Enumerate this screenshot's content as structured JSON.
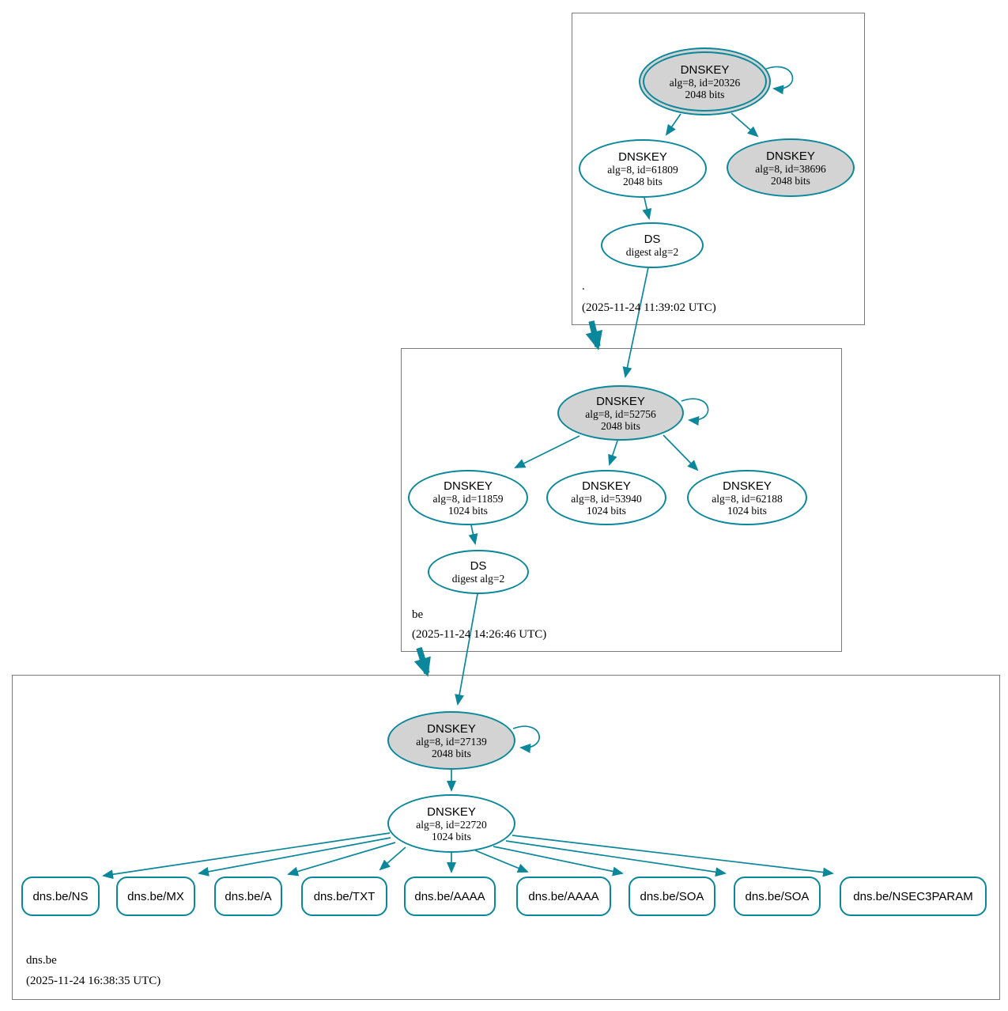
{
  "palette": {
    "accent": "#0a879a",
    "node_fill_gray": "#d3d3d3",
    "node_fill_white": "#ffffff",
    "zone_border": "#7a7a7a"
  },
  "zones": {
    "root": {
      "label": ".",
      "timestamp": "(2025-11-24 11:39:02 UTC)",
      "ksk": {
        "title": "DNSKEY",
        "detail1": "alg=8, id=20326",
        "detail2": "2048 bits"
      },
      "zsk": {
        "title": "DNSKEY",
        "detail1": "alg=8, id=61809",
        "detail2": "2048 bits"
      },
      "key2": {
        "title": "DNSKEY",
        "detail1": "alg=8, id=38696",
        "detail2": "2048 bits"
      },
      "ds": {
        "title": "DS",
        "detail1": "digest alg=2"
      }
    },
    "be": {
      "label": "be",
      "timestamp": "(2025-11-24 14:26:46 UTC)",
      "ksk": {
        "title": "DNSKEY",
        "detail1": "alg=8, id=52756",
        "detail2": "2048 bits"
      },
      "zsk1": {
        "title": "DNSKEY",
        "detail1": "alg=8, id=11859",
        "detail2": "1024 bits"
      },
      "zsk2": {
        "title": "DNSKEY",
        "detail1": "alg=8, id=53940",
        "detail2": "1024 bits"
      },
      "zsk3": {
        "title": "DNSKEY",
        "detail1": "alg=8, id=62188",
        "detail2": "1024 bits"
      },
      "ds": {
        "title": "DS",
        "detail1": "digest alg=2"
      }
    },
    "dnsbe": {
      "label": "dns.be",
      "timestamp": "(2025-11-24 16:38:35 UTC)",
      "ksk": {
        "title": "DNSKEY",
        "detail1": "alg=8, id=27139",
        "detail2": "2048 bits"
      },
      "zsk": {
        "title": "DNSKEY",
        "detail1": "alg=8, id=22720",
        "detail2": "1024 bits"
      },
      "rrsets": [
        "dns.be/NS",
        "dns.be/MX",
        "dns.be/A",
        "dns.be/TXT",
        "dns.be/AAAA",
        "dns.be/AAAA",
        "dns.be/SOA",
        "dns.be/SOA",
        "dns.be/NSEC3PARAM"
      ]
    }
  }
}
